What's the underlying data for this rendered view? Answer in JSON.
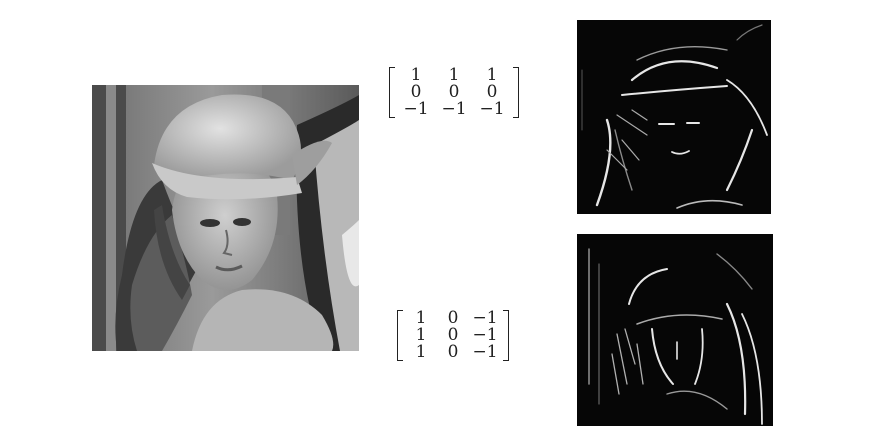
{
  "figure": {
    "source_image": {
      "subject": "grayscale portrait photo"
    },
    "kernels": [
      {
        "id": "horizontal-edge",
        "rows": [
          [
            "1",
            "1",
            "1"
          ],
          [
            "0",
            "0",
            "0"
          ],
          [
            "−1",
            "−1",
            "−1"
          ]
        ]
      },
      {
        "id": "vertical-edge",
        "rows": [
          [
            "1",
            "0",
            "−1"
          ],
          [
            "1",
            "0",
            "−1"
          ],
          [
            "1",
            "0",
            "−1"
          ]
        ]
      }
    ],
    "outputs": [
      {
        "kernel": "horizontal-edge",
        "subject": "horizontal edge response map"
      },
      {
        "kernel": "vertical-edge",
        "subject": "vertical edge response map"
      }
    ]
  }
}
